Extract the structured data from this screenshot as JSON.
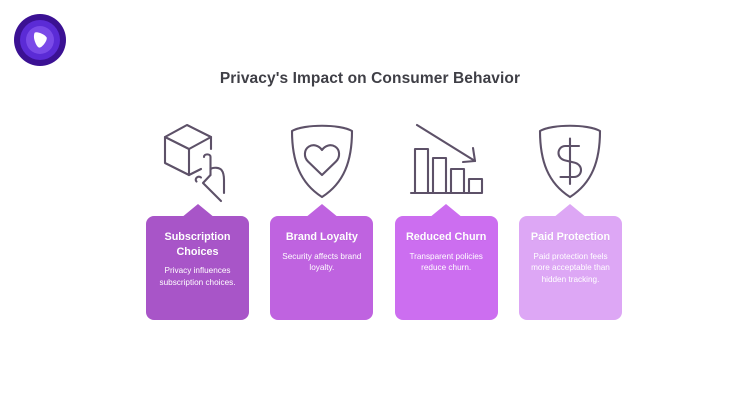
{
  "brand": {
    "logo_icon": "play-badge-logo",
    "ring_outer_color": "#3b1193",
    "ring_mid_color": "#5b2bd6",
    "ring_inner_color": "#7a4ae8",
    "mark_color": "#ffffff"
  },
  "header": {
    "title": "Privacy's Impact on Consumer Behavior",
    "title_color": "#3f3f46"
  },
  "icon_stroke_color": "#5d5168",
  "columns": [
    {
      "icon": "box-with-pointing-hand-icon",
      "card": {
        "title": "Subscription Choices",
        "body": "Privacy influences subscription choices.",
        "color": "#a855c8"
      }
    },
    {
      "icon": "shield-heart-icon",
      "card": {
        "title": "Brand Loyalty",
        "body": "Security affects brand loyalty.",
        "color": "#bf63e0"
      }
    },
    {
      "icon": "declining-bar-chart-icon",
      "card": {
        "title": "Reduced Churn",
        "body": "Transparent policies reduce churn.",
        "color": "#cc6ef0"
      }
    },
    {
      "icon": "shield-dollar-icon",
      "card": {
        "title": "Paid Protection",
        "body": "Paid protection feels more acceptable than hidden tracking.",
        "color": "#dda7f5"
      }
    }
  ]
}
